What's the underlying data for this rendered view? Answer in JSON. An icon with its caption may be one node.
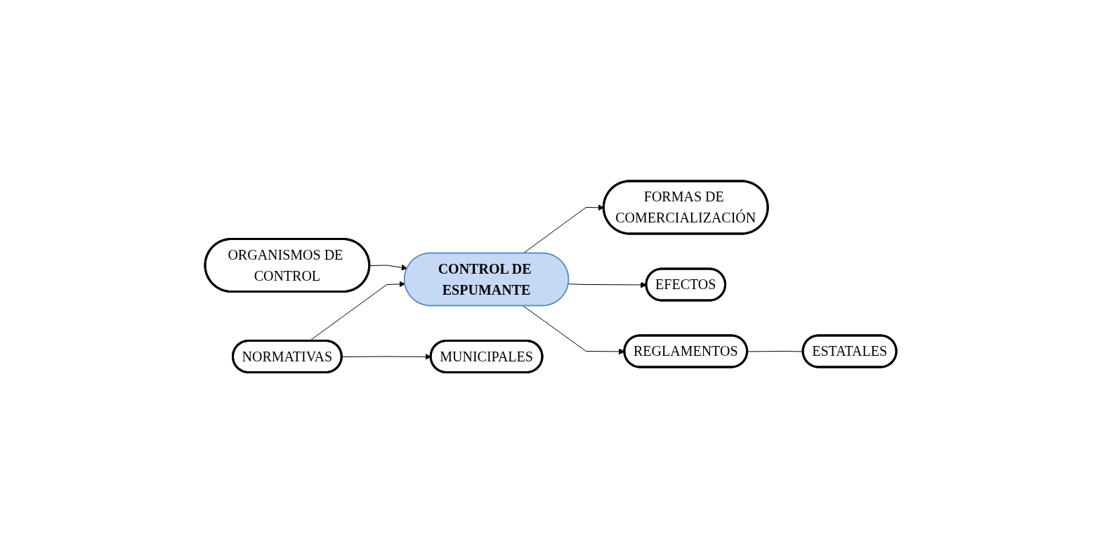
{
  "diagram": {
    "nodes": [
      {
        "text": [
          "FORMAS DE COMERCIALIZACIÓN"
        ]
      },
      {
        "text": [
          "ORGANISMOS DE CONTROL"
        ]
      },
      {
        "text": [
          "CONTROL DE ESPUMANTE"
        ]
      },
      {
        "text": [
          "EFECTOS"
        ]
      },
      {
        "text": [
          "NORMATIVAS"
        ]
      },
      {
        "text": [
          "REGLAMENTOS"
        ]
      },
      {
        "text": [
          "MUNICIPALES"
        ]
      },
      {
        "text": [
          "ESTATALES"
        ]
      }
    ],
    "edges": [
      {
        "from": 1,
        "to": 2,
        "arrow": "to"
      },
      {
        "from": 4,
        "to": 2,
        "arrow": "to"
      },
      {
        "from": 2,
        "to": 0,
        "arrow": "to"
      },
      {
        "from": 2,
        "to": 3,
        "arrow": "to"
      },
      {
        "from": 2,
        "to": 5,
        "arrow": "to"
      },
      {
        "from": 4,
        "to": 6,
        "arrow": "to"
      },
      {
        "from": 5,
        "to": 7,
        "arrow": "none"
      }
    ]
  }
}
